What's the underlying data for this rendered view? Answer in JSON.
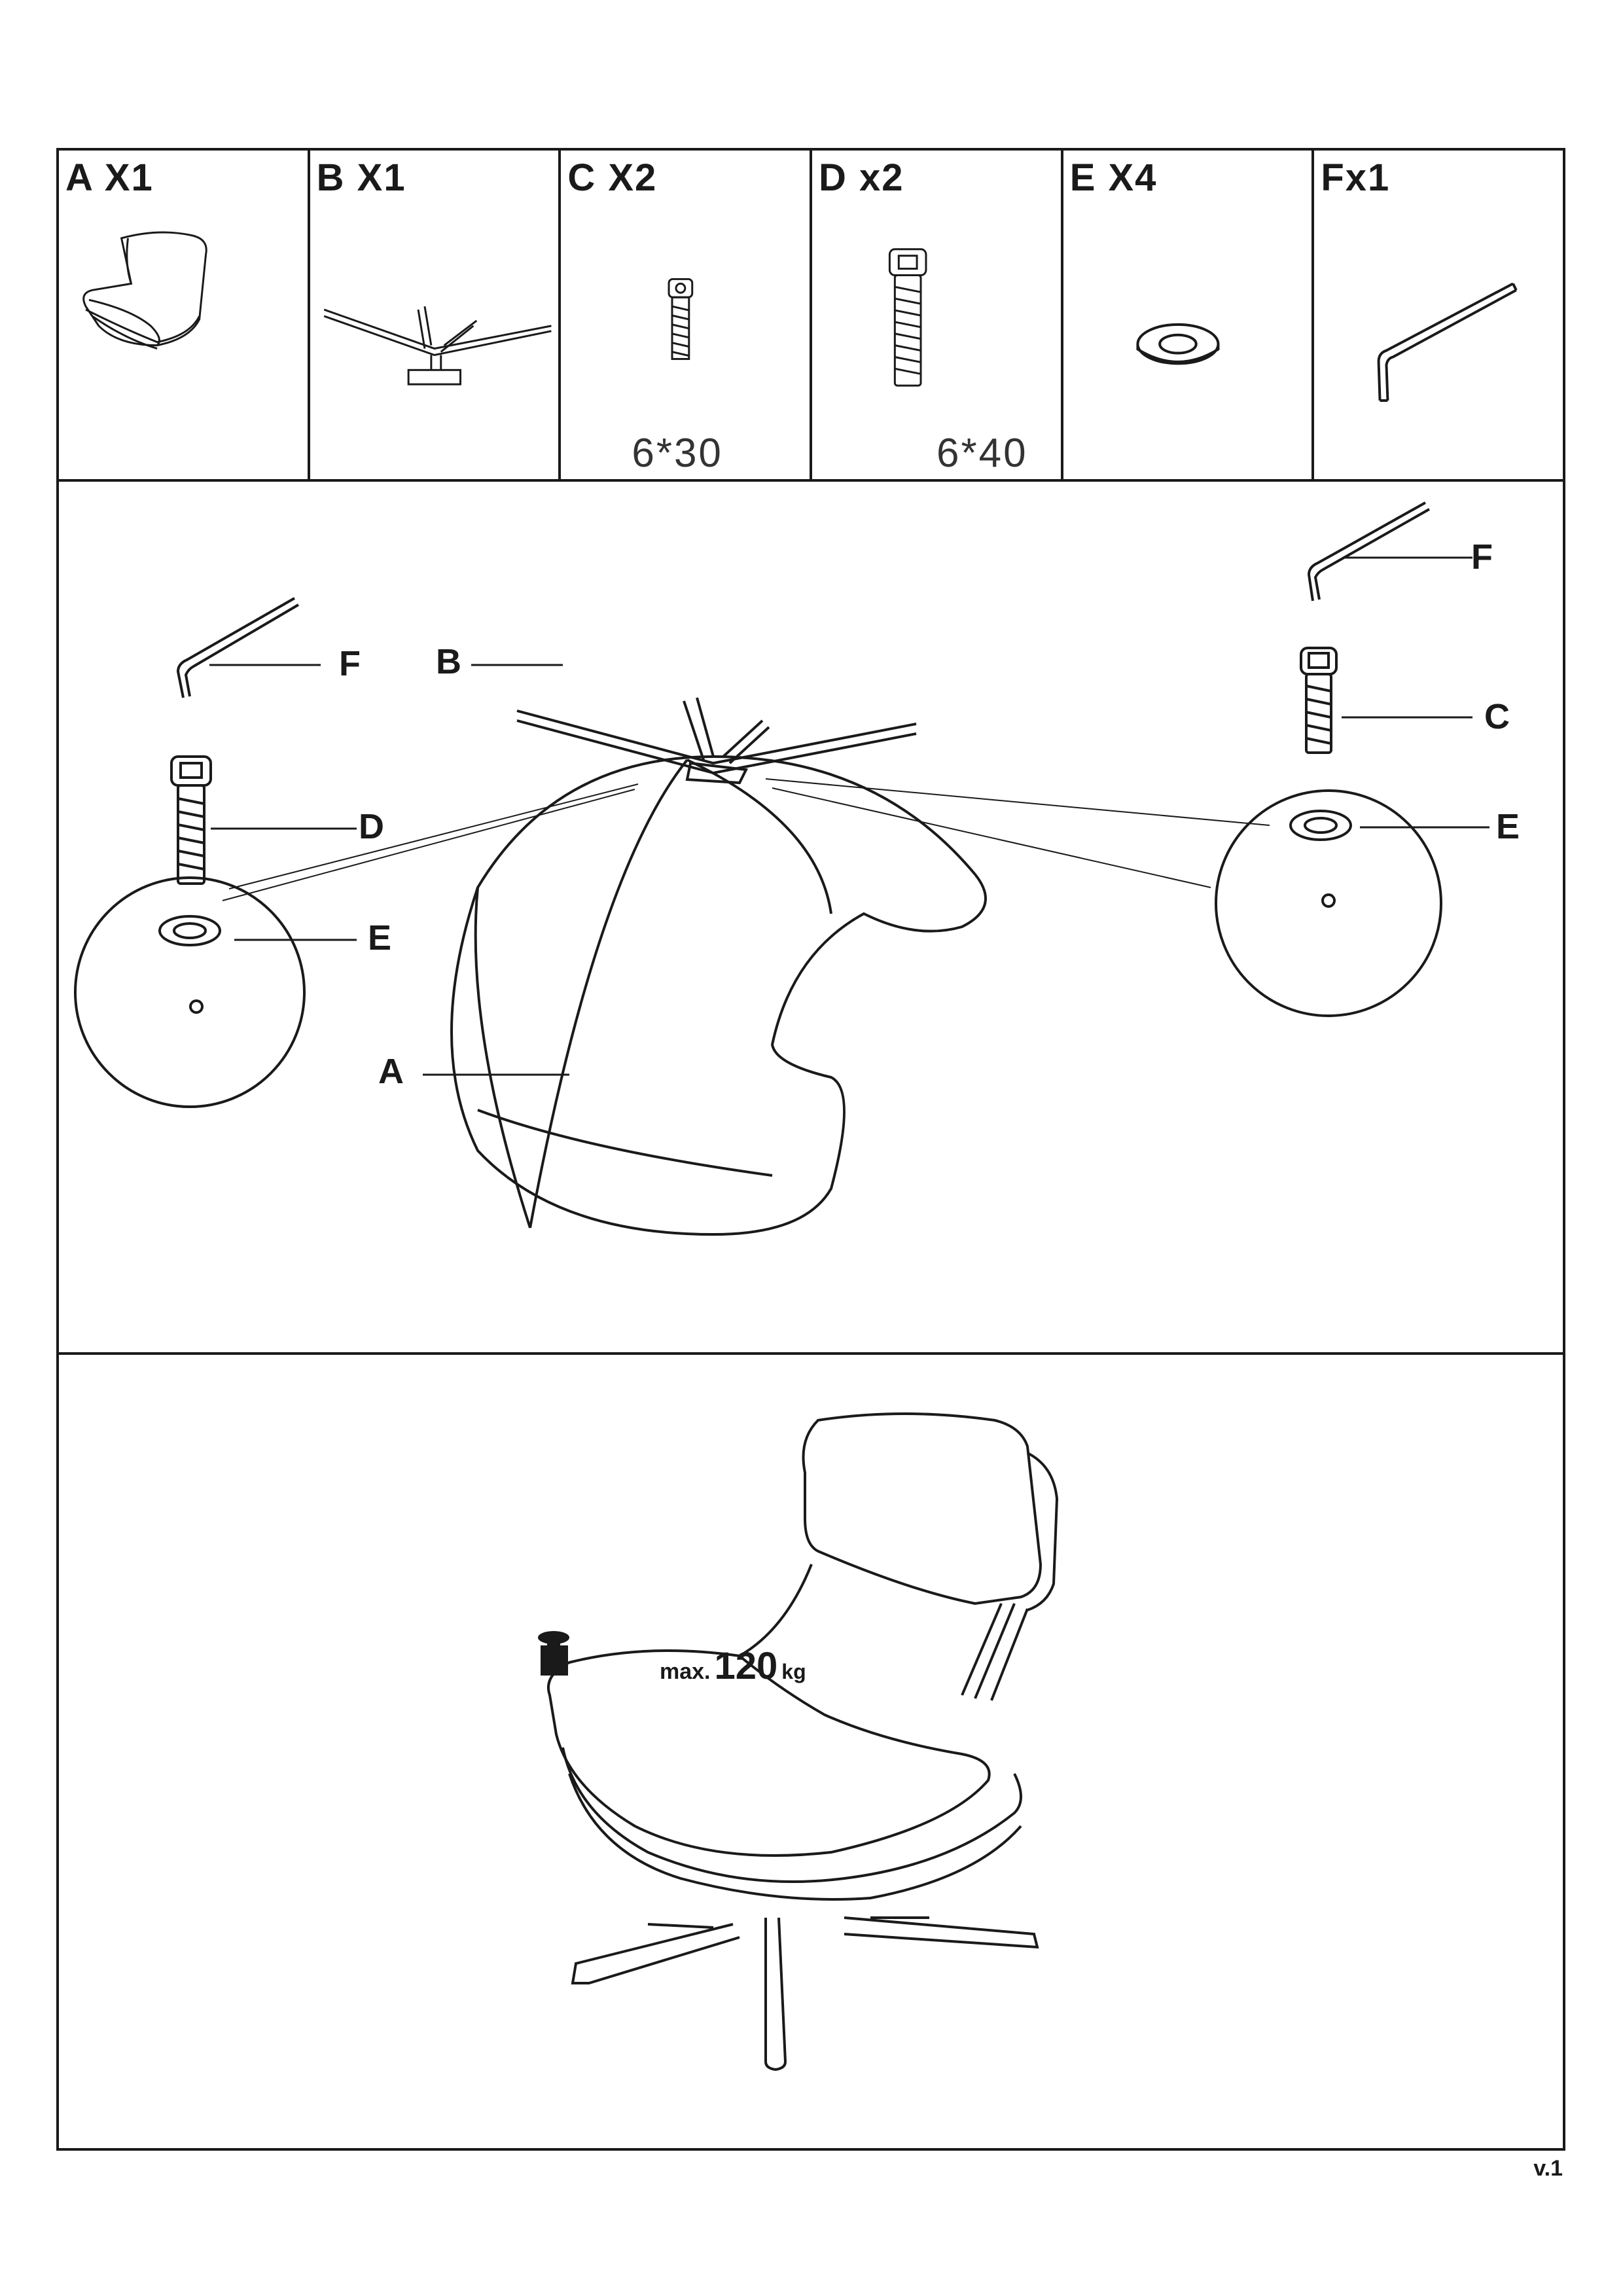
{
  "parts": [
    {
      "label": "A X1",
      "size": ""
    },
    {
      "label": "B X1",
      "size": ""
    },
    {
      "label": "C X2",
      "size": "6*30"
    },
    {
      "label": "D  x2",
      "size": "6*40"
    },
    {
      "label": "E  X4",
      "size": ""
    },
    {
      "label": "Fx1",
      "size": ""
    }
  ],
  "assembly": {
    "callouts": {
      "f_left": "F",
      "f_right": "F",
      "b": "B",
      "c": "C",
      "d": "D",
      "e_left": "E",
      "e_right": "E",
      "a": "A"
    }
  },
  "load": {
    "prefix": "max.",
    "value": "120",
    "unit": "kg"
  },
  "version": "v.1"
}
